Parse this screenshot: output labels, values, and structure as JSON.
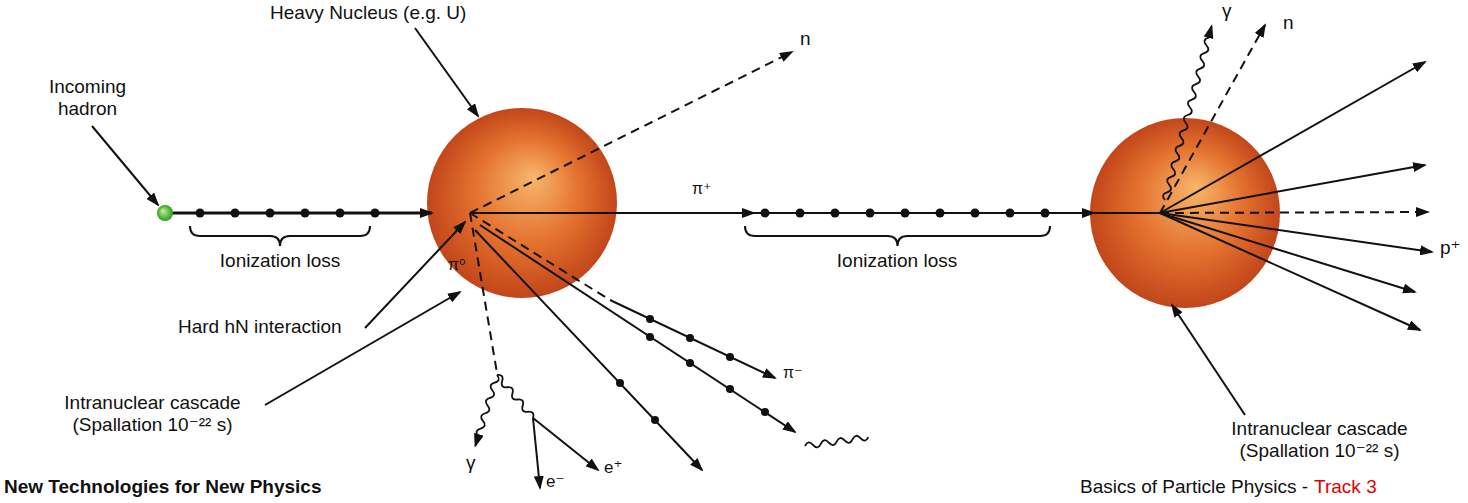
{
  "diagram": {
    "labels": [
      "Heavy Nucleus (e.g. U)",
      "n",
      "Incoming hadron",
      "π⁺",
      "γ",
      "n",
      "Ionization loss",
      "Ionization loss",
      "π⁰",
      "Hard hN interaction",
      "Intranuclear cascade (Spallation 10⁻²² s)",
      "π⁻",
      "p⁺",
      "Intranuclear cascade (Spallation 10⁻²² s)",
      "γ",
      "e⁻",
      "e⁺",
      "New Technologies for New Physics",
      "Basics of Particle Physics -",
      "Track 3"
    ]
  }
}
